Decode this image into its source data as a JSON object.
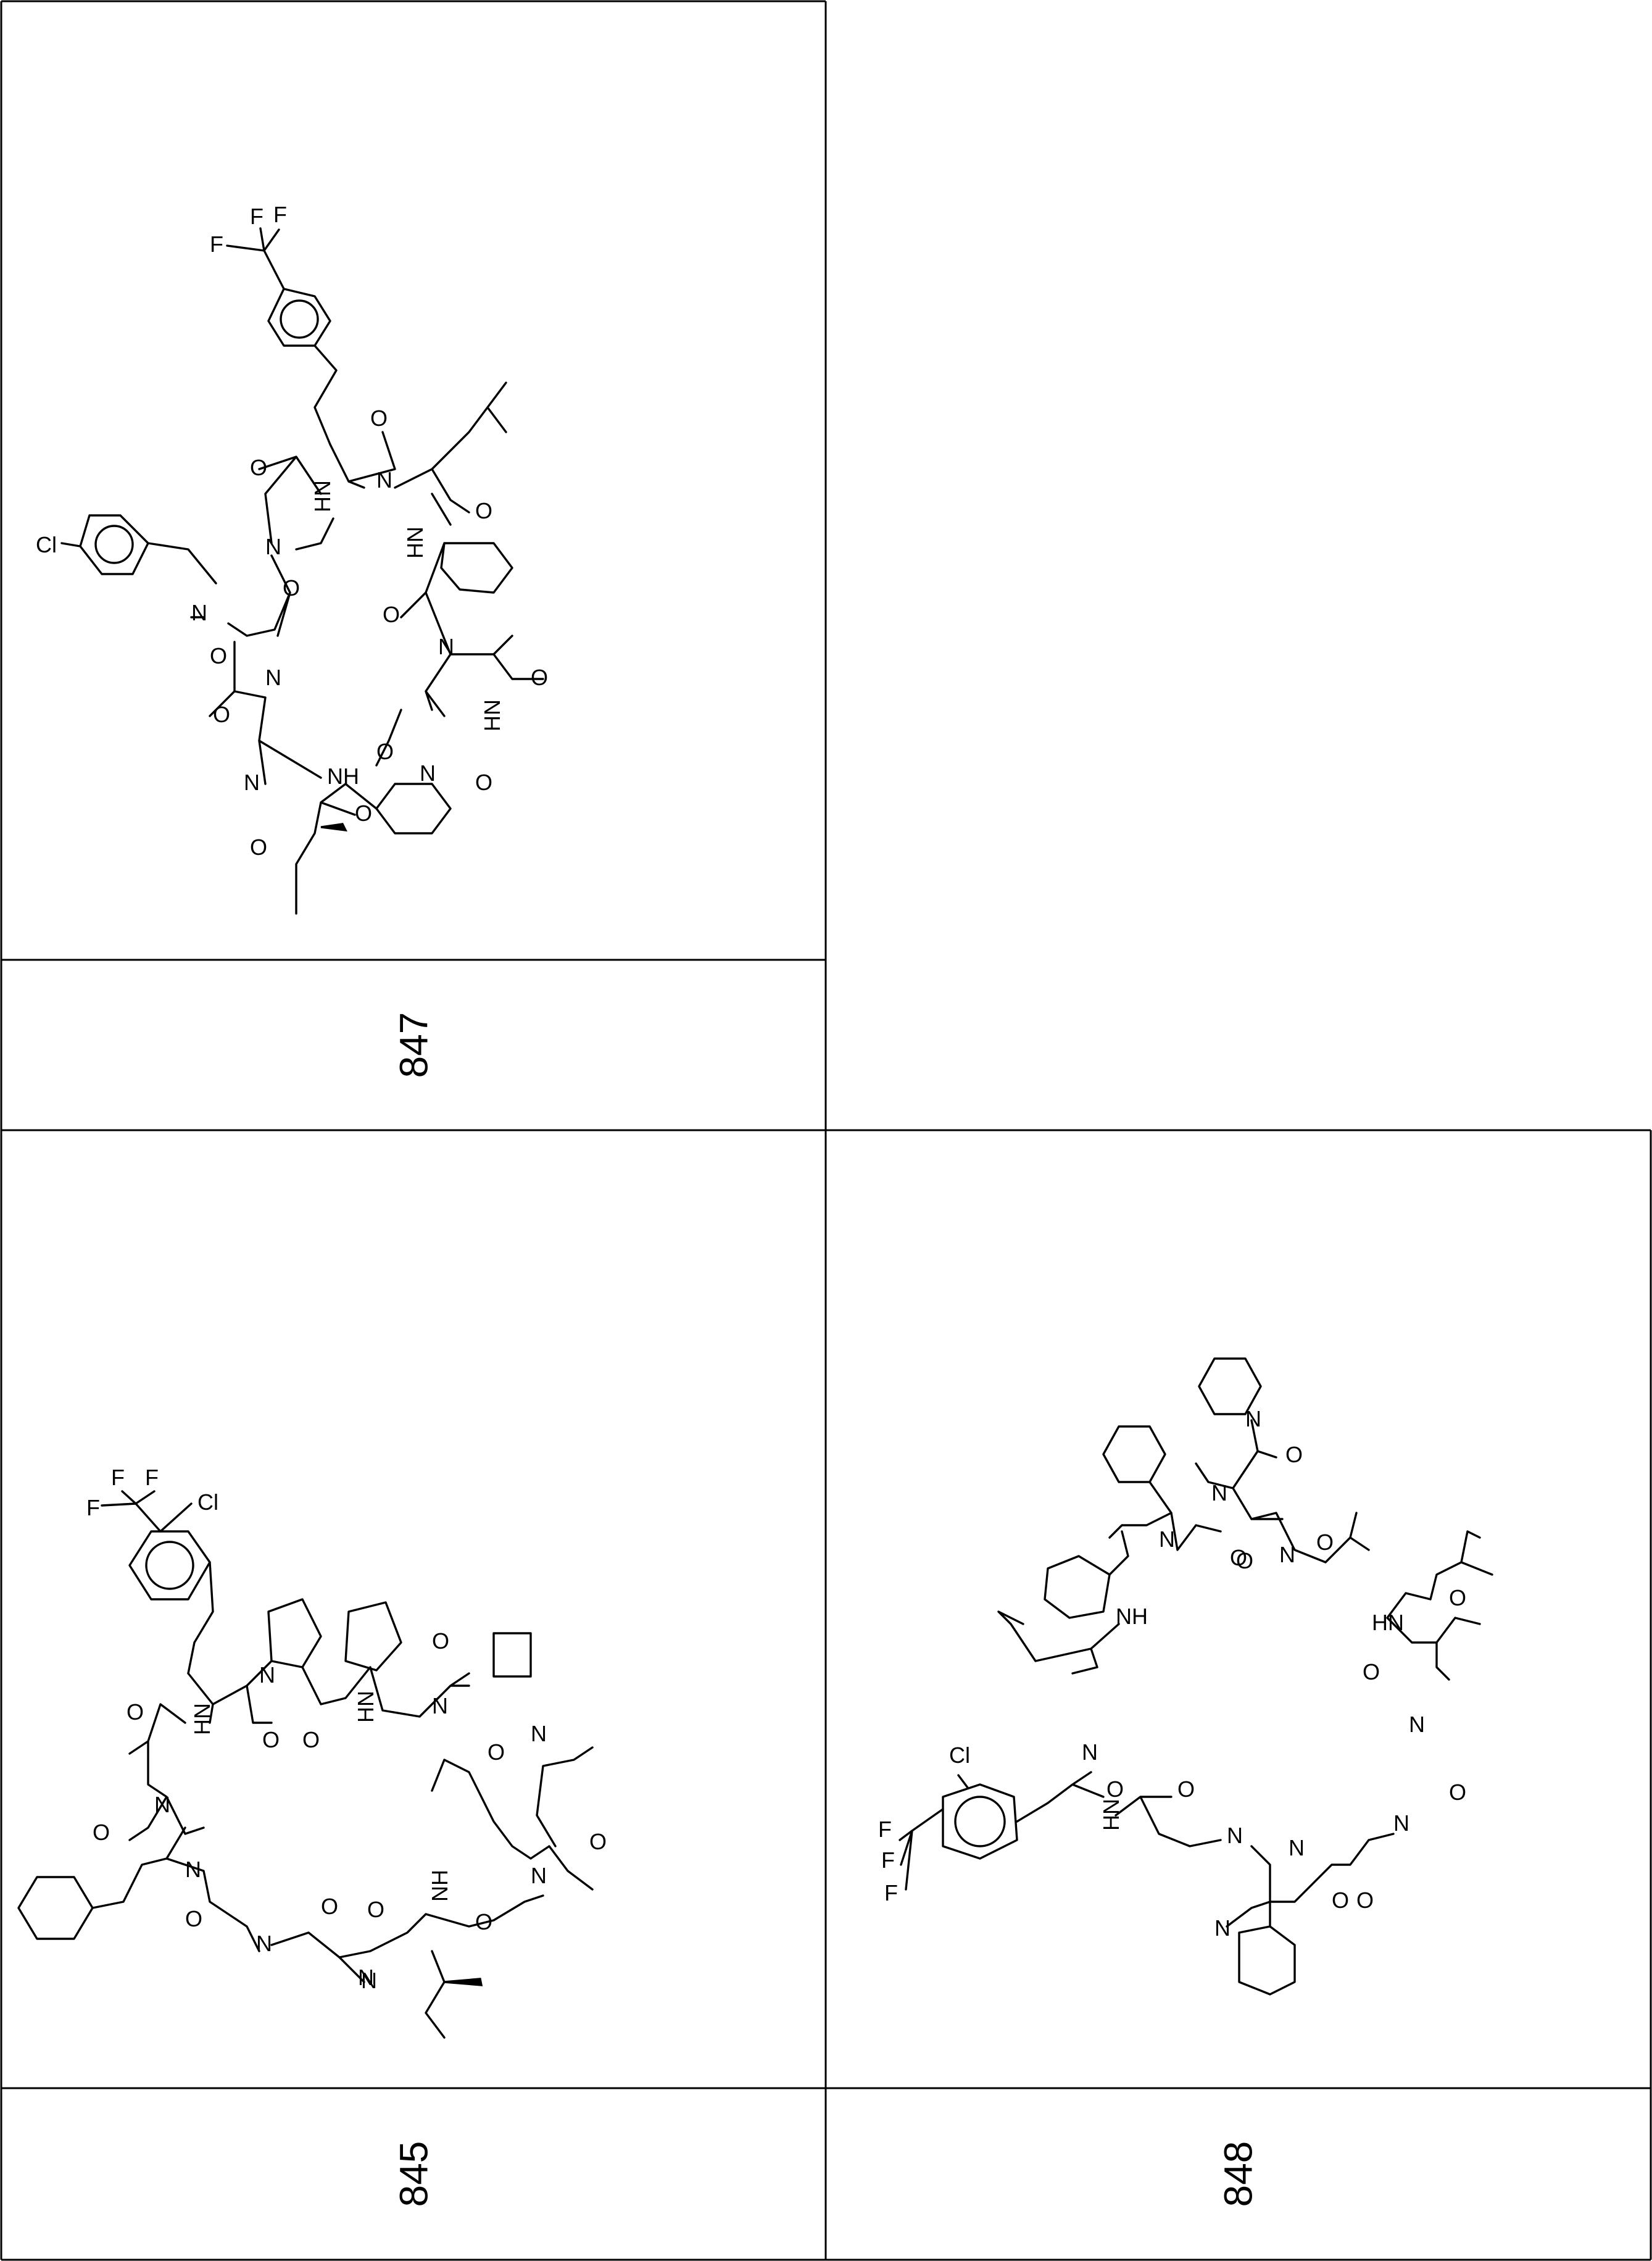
{
  "compounds": [
    {
      "id": "847",
      "atoms": [
        "F",
        "F",
        "F",
        "Cl",
        "O",
        "O",
        "HN",
        "N",
        "O",
        "N",
        "O",
        "HN",
        "O",
        "N",
        "O",
        "O",
        "N",
        "O",
        "N",
        "HN",
        "O",
        "N",
        "O",
        "N",
        "NH",
        "O",
        "O"
      ]
    },
    {
      "id": "845",
      "atoms": [
        "F",
        "F",
        "F",
        "Cl",
        "N",
        "O",
        "O",
        "HN",
        "O",
        "O",
        "HN",
        "N",
        "N",
        "O",
        "O",
        "N",
        "N",
        "O",
        "O",
        "NH",
        "O",
        "N",
        "O",
        "N",
        "N",
        "O",
        "N"
      ]
    },
    {
      "id": "848",
      "atoms": [
        "N",
        "O",
        "N",
        "O",
        "N",
        "O",
        "N",
        "O",
        "NH",
        "HN",
        "O",
        "O",
        "N",
        "O",
        "N",
        "N",
        "O",
        "Cl",
        "F",
        "F",
        "F",
        "HN",
        "O",
        "N",
        "N",
        "O",
        "N",
        "O"
      ]
    }
  ]
}
